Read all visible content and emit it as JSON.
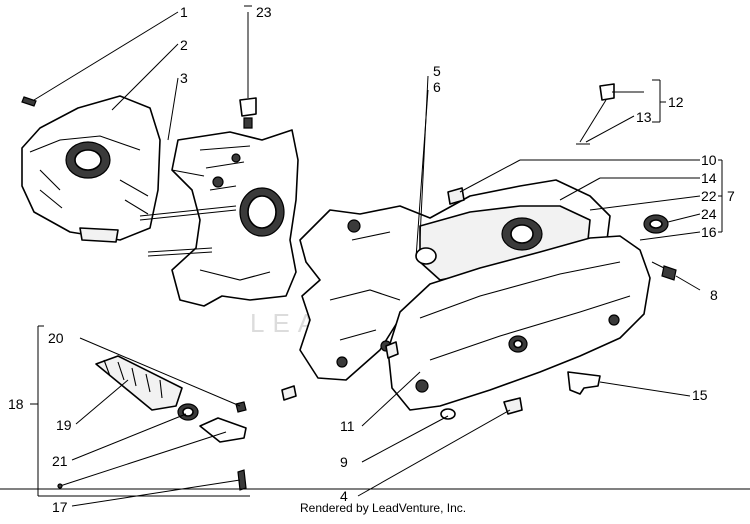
{
  "callouts": [
    {
      "id": "1",
      "label": "1"
    },
    {
      "id": "2",
      "label": "2"
    },
    {
      "id": "3",
      "label": "3"
    },
    {
      "id": "4",
      "label": "4"
    },
    {
      "id": "5",
      "label": "5"
    },
    {
      "id": "6",
      "label": "6"
    },
    {
      "id": "7",
      "label": "7"
    },
    {
      "id": "8",
      "label": "8"
    },
    {
      "id": "9",
      "label": "9"
    },
    {
      "id": "10",
      "label": "10"
    },
    {
      "id": "11",
      "label": "11"
    },
    {
      "id": "12",
      "label": "12"
    },
    {
      "id": "13",
      "label": "13"
    },
    {
      "id": "14",
      "label": "14"
    },
    {
      "id": "15",
      "label": "15"
    },
    {
      "id": "16",
      "label": "16"
    },
    {
      "id": "17",
      "label": "17"
    },
    {
      "id": "18",
      "label": "18"
    },
    {
      "id": "19",
      "label": "19"
    },
    {
      "id": "20",
      "label": "20"
    },
    {
      "id": "21",
      "label": "21"
    },
    {
      "id": "22",
      "label": "22"
    },
    {
      "id": "23",
      "label": "23"
    },
    {
      "id": "24",
      "label": "24"
    }
  ],
  "watermark": "LEADVENTURE",
  "credit": "Rendered by LeadVenture, Inc."
}
